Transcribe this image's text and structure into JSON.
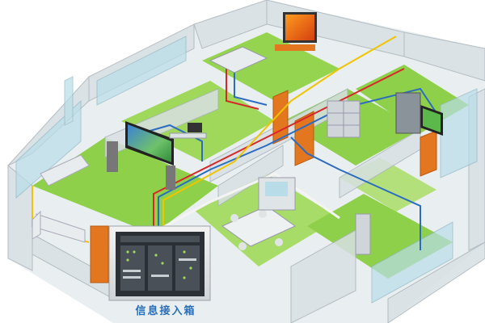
{
  "caption": "信息接入箱",
  "colors": {
    "floor": "#8fd04a",
    "wall": "#d8e0e4",
    "wall_dark": "#b4bfc6",
    "glass": "#b9dde8",
    "door": "#e3771f",
    "cable_red": "#d9262b",
    "cable_blue": "#2b6cc2",
    "cable_yellow": "#f0c400",
    "cable_white": "#f4f4f4",
    "cabinet": "#2b2f36"
  },
  "icons": [
    "tv-screen",
    "sofa",
    "dining-table",
    "bed",
    "computer-desk",
    "network-cabinet",
    "bookshelf",
    "painting"
  ]
}
